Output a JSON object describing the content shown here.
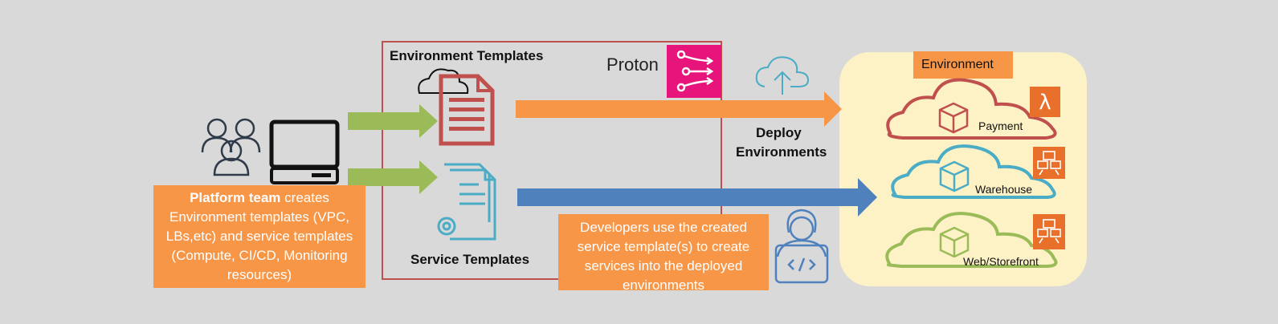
{
  "templates_panel": {
    "env_title": "Environment Templates",
    "svc_title": "Service Templates",
    "proton_label": "Proton"
  },
  "platform_box": {
    "bold": "Platform team",
    "rest": " creates Environment templates (VPC, LBs,etc) and service templates (Compute, CI/CD, Monitoring resources)"
  },
  "developer_box": {
    "text": "Developers use the created service template(s) to create services into the deployed environments"
  },
  "deploy_label": {
    "line1": "Deploy",
    "line2": "Environments"
  },
  "environment": {
    "title": "Environment",
    "services": [
      {
        "name": "Payment",
        "icon": "lambda-icon",
        "color": "#c0504d"
      },
      {
        "name": "Warehouse",
        "icon": "container-icon",
        "color": "#4bacc6"
      },
      {
        "name": "Web/Storefront",
        "icon": "container-icon",
        "color": "#9bbb59"
      }
    ]
  },
  "colors": {
    "orange": "#f79646",
    "blue": "#4f81bd",
    "green": "#9bbb59",
    "red": "#c0504d",
    "proton_pink": "#e7157b",
    "env_bg": "#fdf2c6"
  }
}
